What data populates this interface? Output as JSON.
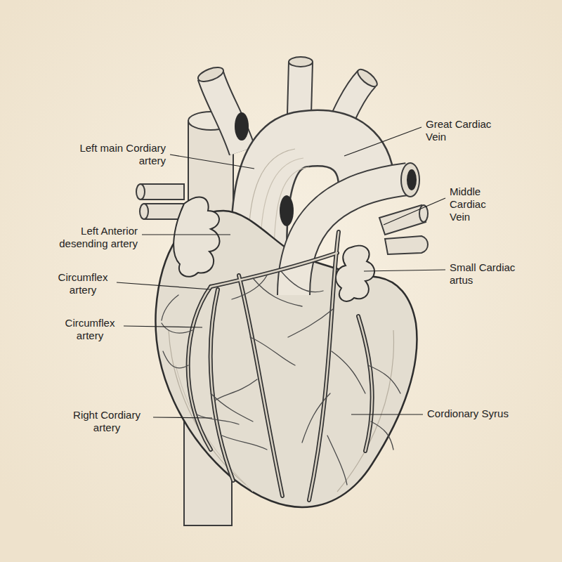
{
  "diagram": {
    "labels": [
      "Left main Cordiary artery",
      "Left Anterior desending artery",
      "Circumflex artery",
      "Circumflex artery",
      "Right Cordiary artery",
      "Great Cardiac Vein",
      "Middle Cardiac Vein",
      "Small Cardiac artus",
      "Cordionary Syrus"
    ]
  }
}
